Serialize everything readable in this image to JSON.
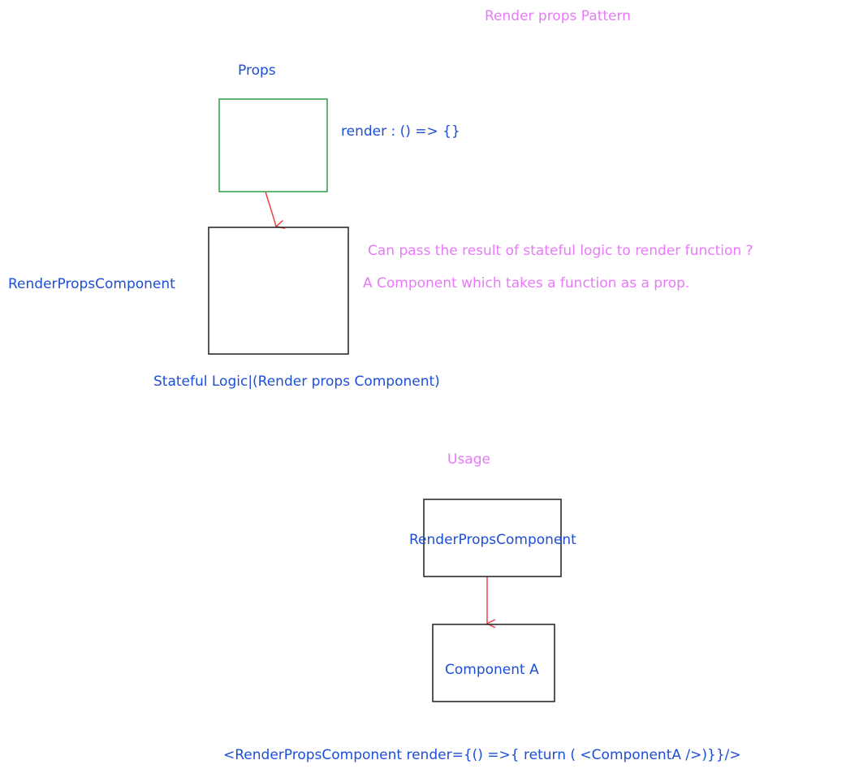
{
  "title": "Render props Pattern",
  "top_section": {
    "props_label": "Props",
    "render_label": "render : () => {}",
    "component_label": "RenderPropsComponent",
    "stateful_caption": "Stateful Logic|(Render props Component)",
    "note_1": "Can pass the result of stateful logic to render function ?",
    "note_2": "A Component which takes a function as a prop."
  },
  "usage_section": {
    "heading": "Usage",
    "outer_box_label": "RenderPropsComponent",
    "inner_box_label": "Component A",
    "code_snippet": "<RenderPropsComponent render={() =>{ return ( <ComponentA />)}}/>"
  },
  "colors": {
    "pink": "#e879f9",
    "blue": "#1d4ed8",
    "green_box": "#2f9e44",
    "arrow": "#f03e3e",
    "box": "#1e1e1e"
  }
}
